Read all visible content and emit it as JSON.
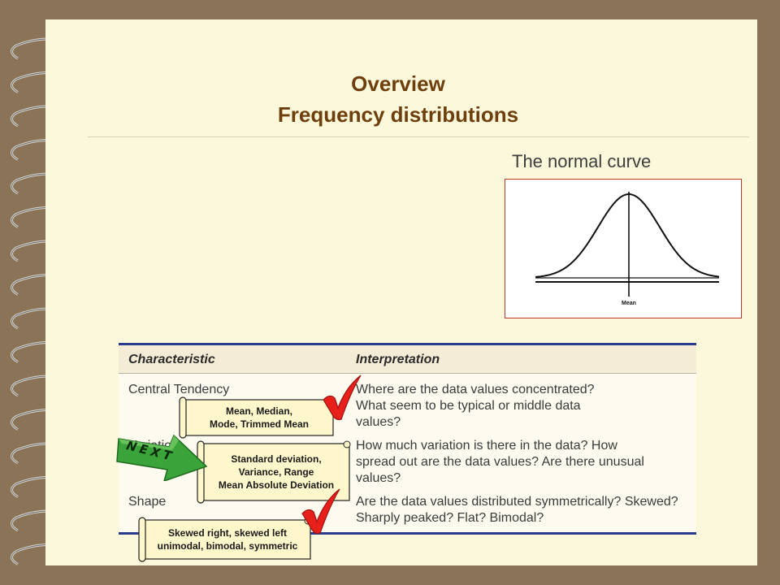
{
  "slide": {
    "title_line1": "Overview",
    "title_line2": "Frequency distributions",
    "curve_caption": "The normal curve",
    "curve_axis_label": "Mean"
  },
  "table": {
    "headers": [
      "Characteristic",
      "Interpretation"
    ],
    "rows": [
      {
        "characteristic": "Central Tendency",
        "interpretation": [
          "Where are the data values concentrated?",
          "What seem to be typical or middle data",
          "values?"
        ]
      },
      {
        "characteristic": "Variation",
        "interpretation": [
          "How much variation is there in the data? How",
          "spread out are the data values? Are there unusual",
          "values?"
        ]
      },
      {
        "characteristic": "Shape",
        "interpretation": [
          "Are the data values distributed symmetrically? Skewed?",
          "Sharply peaked? Flat? Bimodal?"
        ]
      }
    ]
  },
  "scrolls": [
    {
      "lines": [
        "Mean, Median,",
        "Mode, Trimmed Mean"
      ]
    },
    {
      "lines": [
        "Standard deviation,",
        "Variance, Range",
        "Mean Absolute Deviation"
      ]
    },
    {
      "lines": [
        "Skewed right, skewed left",
        "unimodal, bimodal, symmetric"
      ]
    }
  ],
  "next_arrow": {
    "label": "NEXT",
    "color": "#3aa339"
  },
  "colors": {
    "title": "#6e3f0d",
    "table_rule": "#2b3b8c",
    "check": "#e8201b",
    "background": "#8b7357",
    "page": "#fbf8dc"
  }
}
